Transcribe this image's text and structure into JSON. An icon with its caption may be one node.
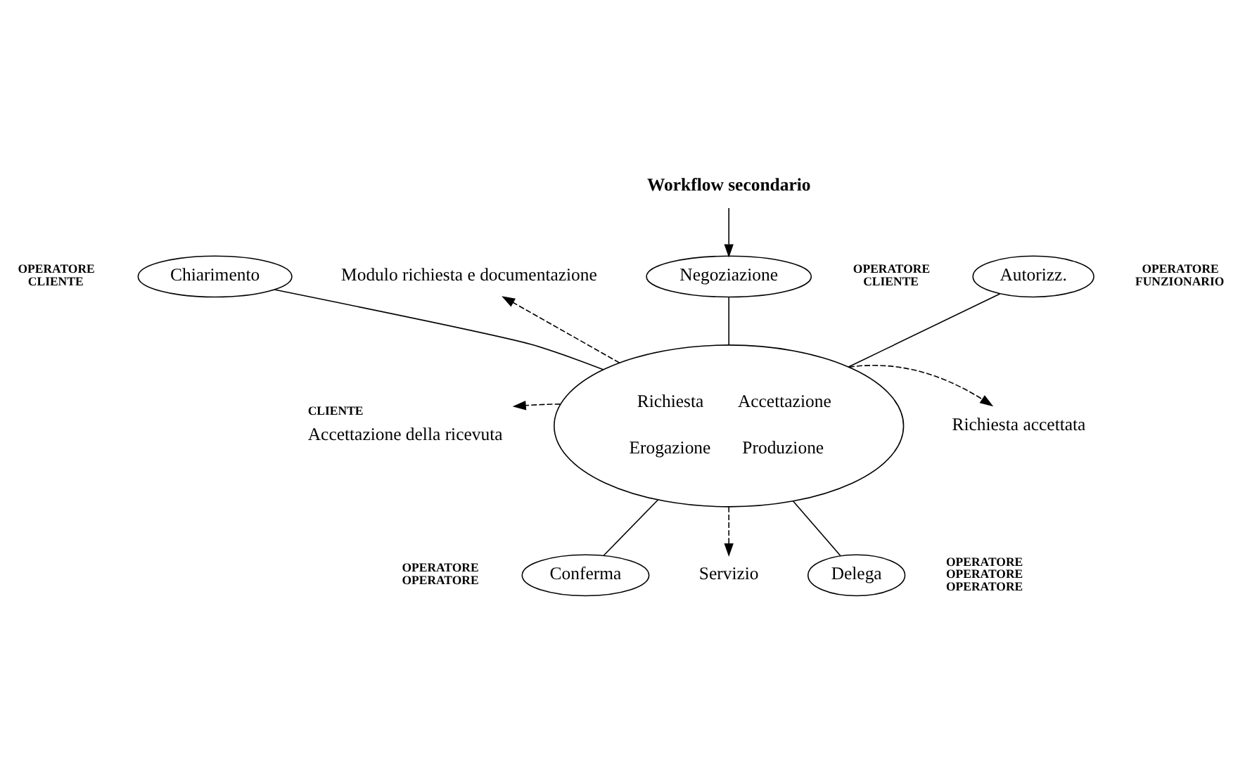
{
  "diagram": {
    "nodes": [
      {
        "text": [
          "Workflow secondario"
        ]
      },
      {
        "text": [
          "Negoziazione"
        ],
        "beside": [
          "OPERATORE",
          "CLIENTE"
        ]
      },
      {
        "text": [
          "Chiarimento"
        ],
        "beside": [
          "OPERATORE",
          "CLIENTE"
        ]
      },
      {
        "text": [
          "Modulo richiesta e documentazione"
        ]
      },
      {
        "text": [
          "Autorizz."
        ],
        "beside": [
          "OPERATORE",
          "FUNZIONARIO"
        ]
      },
      {
        "text": [
          "Richiesta",
          "Accettazione",
          "Erogazione",
          "Produzione"
        ]
      },
      {
        "text": [
          "Accettazione della ricevuta"
        ],
        "beside": [
          "CLIENTE"
        ]
      },
      {
        "text": [
          "Richiesta accettata"
        ]
      },
      {
        "text": [
          "Delega"
        ],
        "beside": [
          "OPERATORE",
          "OPERATORE",
          "OPERATORE"
        ]
      },
      {
        "text": [
          "Conferma"
        ],
        "beside": [
          "OPERATORE",
          "OPERATORE"
        ]
      },
      {
        "text": [
          "Servizio"
        ]
      }
    ],
    "edges": [
      {
        "from": 0,
        "to": 1,
        "arrow": "to"
      },
      {
        "from": 5,
        "to": 3,
        "arrow": "to",
        "style": "dashed"
      },
      {
        "from": 5,
        "to": 7,
        "arrow": "to",
        "style": "dashed"
      },
      {
        "from": 5,
        "to": 10,
        "arrow": "to",
        "style": "dashed"
      },
      {
        "from": 5,
        "to": 6,
        "arrow": "to",
        "style": "dashed"
      },
      {
        "from": 2,
        "to": 5,
        "arrow": "none"
      },
      {
        "from": 1,
        "to": 5,
        "arrow": "none"
      },
      {
        "from": 4,
        "to": 5,
        "arrow": "none"
      },
      {
        "from": 5,
        "to": 8,
        "arrow": "none"
      },
      {
        "from": 5,
        "to": 9,
        "arrow": "none"
      }
    ]
  }
}
